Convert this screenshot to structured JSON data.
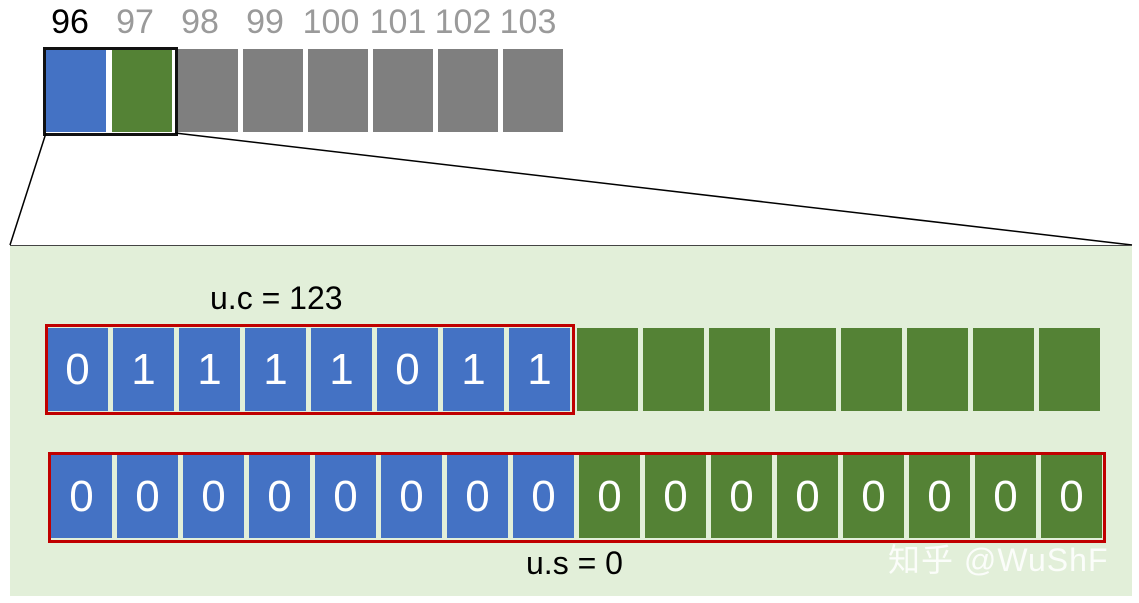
{
  "memory": {
    "addresses": [
      "96",
      "97",
      "98",
      "99",
      "100",
      "101",
      "102",
      "103"
    ],
    "active_address_index": 0
  },
  "union": {
    "c_label": "u.c = 123",
    "s_label": "u.s = 0",
    "c_bits": [
      "0",
      "1",
      "1",
      "1",
      "1",
      "0",
      "1",
      "1"
    ],
    "s_bits": [
      "0",
      "0",
      "0",
      "0",
      "0",
      "0",
      "0",
      "0",
      "0",
      "0",
      "0",
      "0",
      "0",
      "0",
      "0",
      "0"
    ]
  },
  "watermark": "知乎 @WuShF",
  "colors": {
    "byte0_blue": "#4472c4",
    "byte1_green": "#548235",
    "unused_gray": "#7f7f7f",
    "panel_bg": "#e2efd9",
    "member_outline_red": "#c00000"
  }
}
